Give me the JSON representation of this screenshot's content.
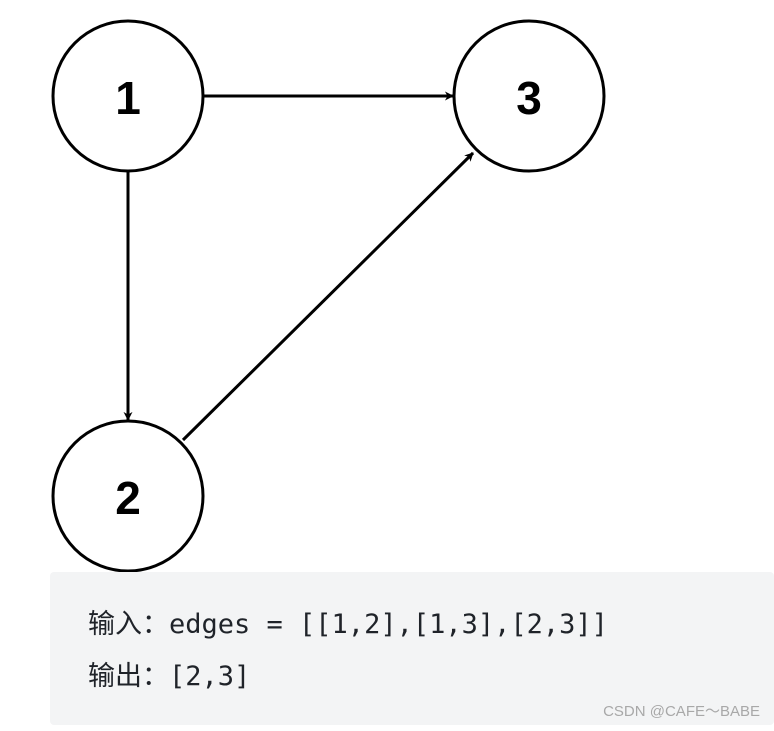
{
  "graph": {
    "nodes": [
      {
        "id": "1",
        "label": "1"
      },
      {
        "id": "2",
        "label": "2"
      },
      {
        "id": "3",
        "label": "3"
      }
    ],
    "edges": [
      {
        "from": "1",
        "to": "3"
      },
      {
        "from": "1",
        "to": "2"
      },
      {
        "from": "2",
        "to": "3"
      }
    ]
  },
  "example": {
    "input_line": "输入：edges = [[1,2],[1,3],[2,3]]",
    "output_line": "输出：[2,3]"
  },
  "watermark": "CSDN @CAFE～BABE",
  "colors": {
    "stroke": "#000000",
    "box_background": "#f3f4f5",
    "text": "#1f2329",
    "watermark": "#a8a8a8"
  }
}
